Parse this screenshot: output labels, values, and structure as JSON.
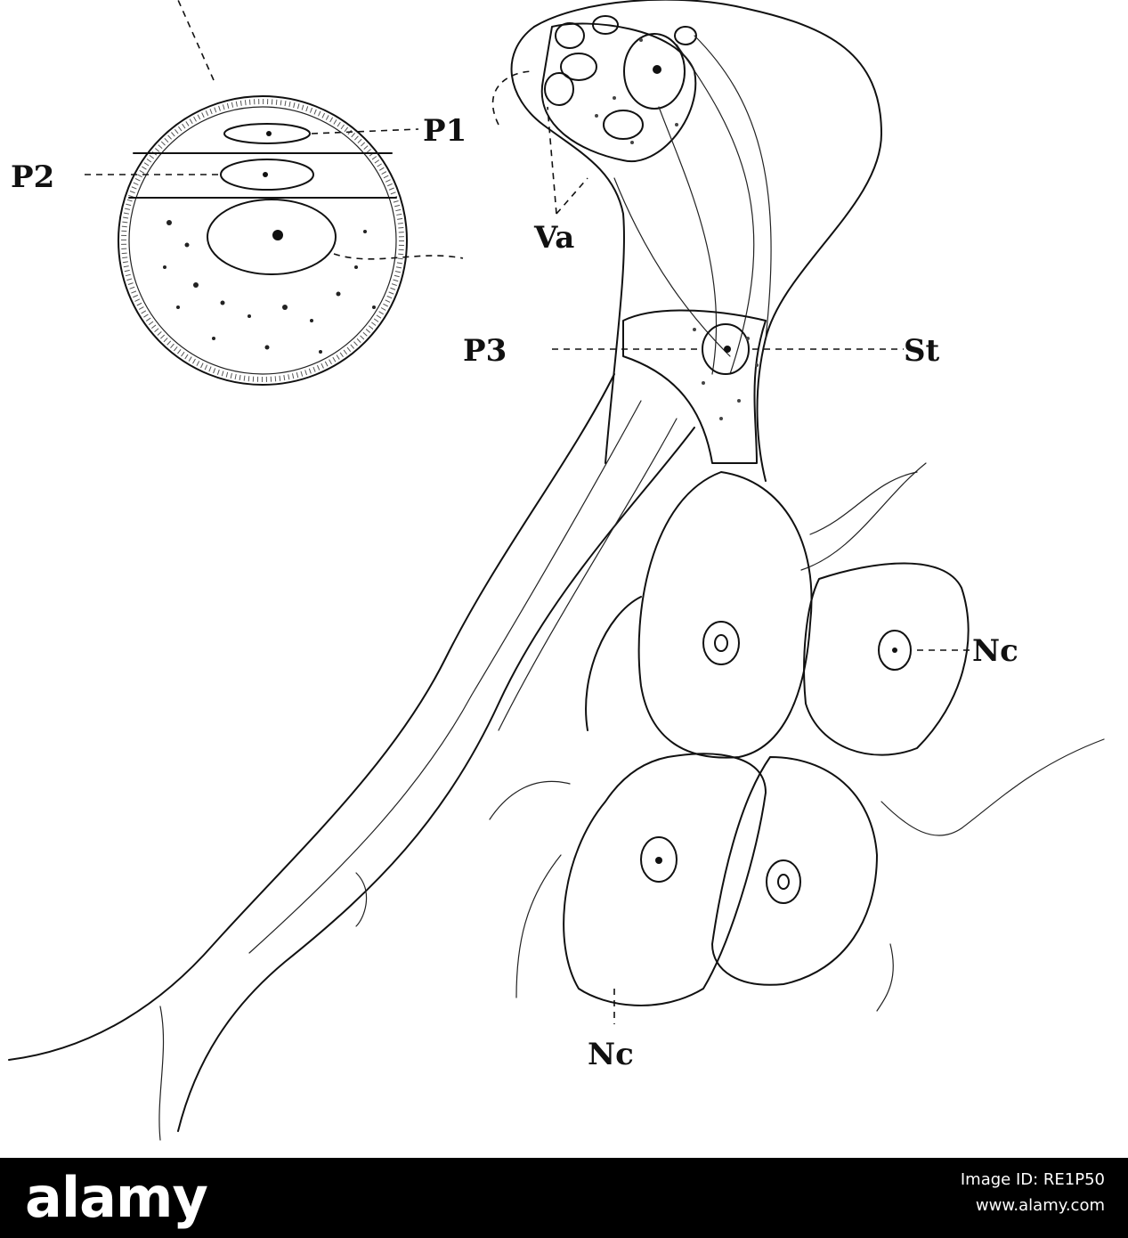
{
  "figure": {
    "labels": {
      "p1": "P1",
      "p2": "P2",
      "p3": "P3",
      "va": "Va",
      "st": "St",
      "nc_right": "Nc",
      "nc_bottom": "Nc"
    }
  },
  "footer": {
    "brand": "alamy",
    "image_id_label": "Image ID: RE1P50",
    "url": "www.alamy.com",
    "background": "#000000",
    "text_color": "#ffffff"
  }
}
